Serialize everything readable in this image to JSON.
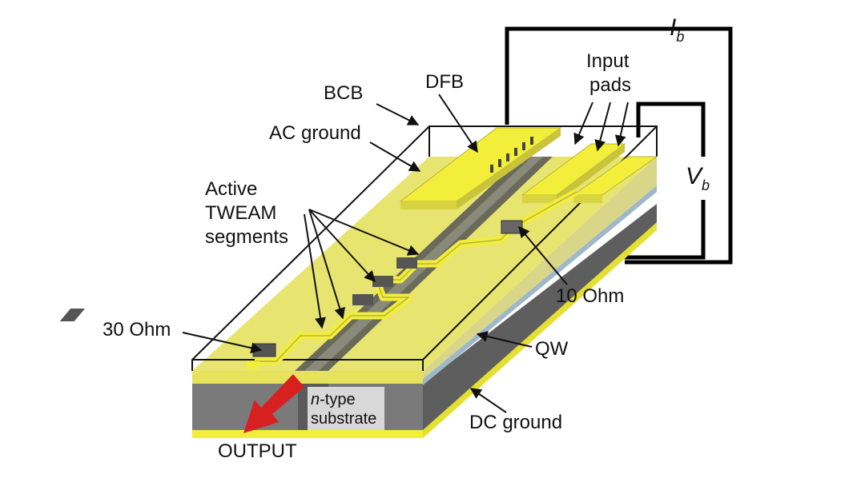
{
  "labels": {
    "bcb": "BCB",
    "dfb": "DFB",
    "ac_ground": "AC ground",
    "input_pads_line1": "Input",
    "input_pads_line2": "pads",
    "active_line1": "Active",
    "active_line2": "TWEAM",
    "active_line3": "segments",
    "ohm10": "10 Ohm",
    "ohm30": "30 Ohm",
    "qw": "QW",
    "dc_ground": "DC ground",
    "substrate_line1_italic": "n",
    "substrate_line1_rest": "-type",
    "substrate_line2": "substrate",
    "output": "OUTPUT",
    "ib_main": "I",
    "ib_sub": "b",
    "vb_main": "V",
    "vb_sub": "b"
  },
  "colors": {
    "gold": "#e8e470",
    "gold_bright": "#f2ee3a",
    "gold_dark": "#b9b33a",
    "side_gray": "#6f6f6f",
    "side_dark": "#4a4a4a",
    "qw_blue": "#9fb8c8",
    "output_arrow": "#d82020"
  }
}
